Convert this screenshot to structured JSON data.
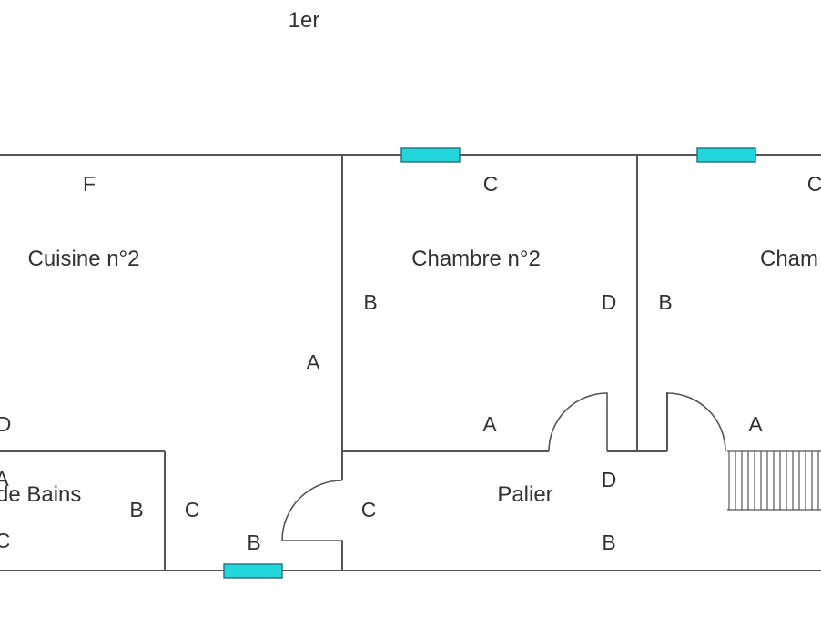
{
  "title": "1er",
  "colors": {
    "window": "#22d6dc",
    "wall": "#555555"
  },
  "rooms": {
    "cuisine": "Cuisine n°2",
    "chambre2": "Chambre n°2",
    "chambre_cut": "Cham",
    "bains_cut": "de Bains",
    "palier": "Palier"
  },
  "walls": {
    "cuisine_top": "F",
    "cuisine_left_top": "D",
    "cuisine_right": "A",
    "bains_top": "A",
    "bains_right": "B",
    "bains_bottom": "C",
    "cuisine_bottom_right": "C",
    "cuisine_bottom": "B",
    "chambre2_top": "C",
    "chambre2_left": "B",
    "chambre2_right": "D",
    "chambre2_bottom": "A",
    "chambre3_top": "C",
    "chambre3_left": "B",
    "chambre3_bottom": "A",
    "palier_left": "C",
    "palier_top_right": "D",
    "palier_bottom": "B"
  }
}
